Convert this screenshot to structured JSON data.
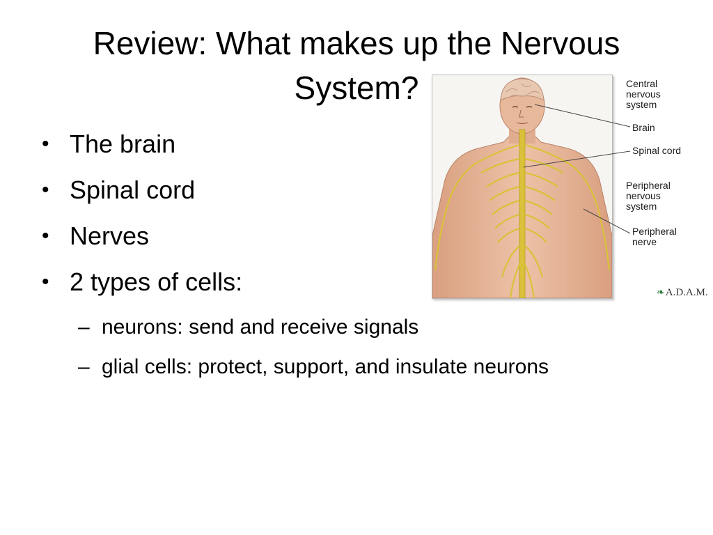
{
  "slide": {
    "title_line1": "Review:  What makes up the Nervous",
    "title_line2": "System?",
    "bullets": [
      "The brain",
      "Spinal cord",
      "Nerves",
      "2 types of cells:"
    ],
    "sub_bullets": [
      "neurons: send and receive signals",
      "glial cells: protect, support, and insulate neurons"
    ],
    "bullet_glyph": "•",
    "dash_glyph": "–"
  },
  "figure": {
    "labels": {
      "cns": [
        "Central",
        "nervous",
        "system"
      ],
      "brain": "Brain",
      "spinal_cord": "Spinal cord",
      "pns": [
        "Peripheral",
        "nervous",
        "system"
      ],
      "peripheral_nerve": [
        "Peripheral",
        "nerve"
      ]
    },
    "logo_text": "A.D.A.M.",
    "colors": {
      "skin": "#e8b89b",
      "nerve": "#d9c23a",
      "brain": "#e7c2a6"
    }
  }
}
